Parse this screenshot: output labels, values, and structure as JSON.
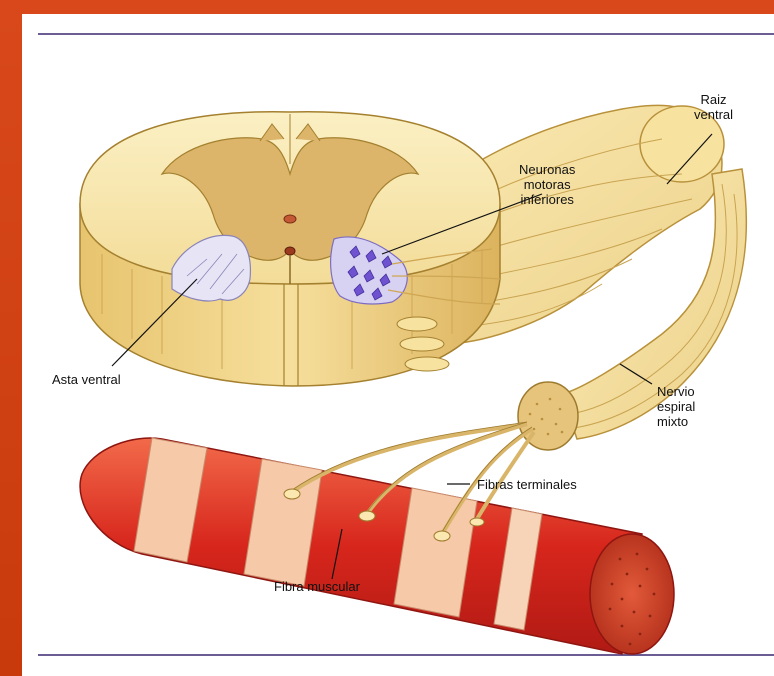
{
  "labels": {
    "raiz_ventral": "Raiz\nventral",
    "neuronas": "Neuronas\nmotoras\ninferiores",
    "asta_ventral": "Asta ventral",
    "nervio": "Nervio\nespiral\nmixto",
    "fibras_terminales": "Fibras terminales",
    "fibra_muscular": "Fibra muscular"
  },
  "colors": {
    "background": "#d2410f",
    "panel": "#ffffff",
    "nerve_fill": "#f7e6a8",
    "nerve_stroke": "#b8913a",
    "gray_matter": "#d9b46a",
    "neuron": "#8a6fd6",
    "muscle_red": "#d7261c",
    "muscle_pale": "#f6c9a8"
  }
}
